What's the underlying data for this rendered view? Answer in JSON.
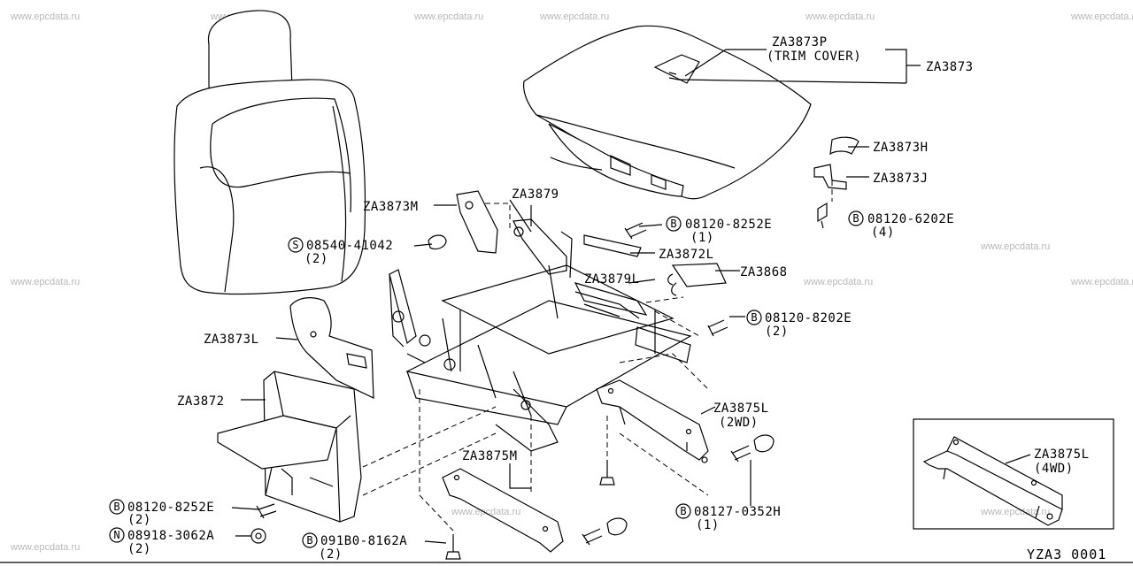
{
  "watermark": "www.epcdata.ru",
  "diagram_code": "YZA3 0001",
  "parts": {
    "za3873p": "ZA3873P",
    "trim_cover": "(TRIM COVER)",
    "za3873": "ZA3873",
    "za3873h": "ZA3873H",
    "za3873j": "ZA3873J",
    "za3873m": "ZA3873M",
    "za3879": "ZA3879",
    "za3872l": "ZA3872L",
    "za3879l": "ZA3879L",
    "za3868": "ZA3868",
    "za3873l": "ZA3873L",
    "za3872": "ZA3872",
    "za3875l_2wd": "ZA3875L",
    "paren_2wd": "(2WD)",
    "za3875m": "ZA3875M",
    "za3875l_4wd": "ZA3875L",
    "paren_4wd": "(4WD)"
  },
  "fasteners": {
    "f1": {
      "letter": "B",
      "number": "08120-8252E",
      "qty": "(1)"
    },
    "f2": {
      "letter": "B",
      "number": "08120-6202E",
      "qty": "(4)"
    },
    "f3": {
      "letter": "S",
      "number": "08540-41042",
      "qty": "(2)"
    },
    "f4": {
      "letter": "B",
      "number": "08120-8202E",
      "qty": "(2)"
    },
    "f5": {
      "letter": "B",
      "number": "08120-8252E",
      "qty": "(2)"
    },
    "f6": {
      "letter": "N",
      "number": "08918-3062A",
      "qty": "(2)"
    },
    "f7": {
      "letter": "B",
      "number": "091B0-8162A",
      "qty": "(2)"
    },
    "f8": {
      "letter": "B",
      "number": "08127-0352H",
      "qty": "(1)"
    }
  }
}
